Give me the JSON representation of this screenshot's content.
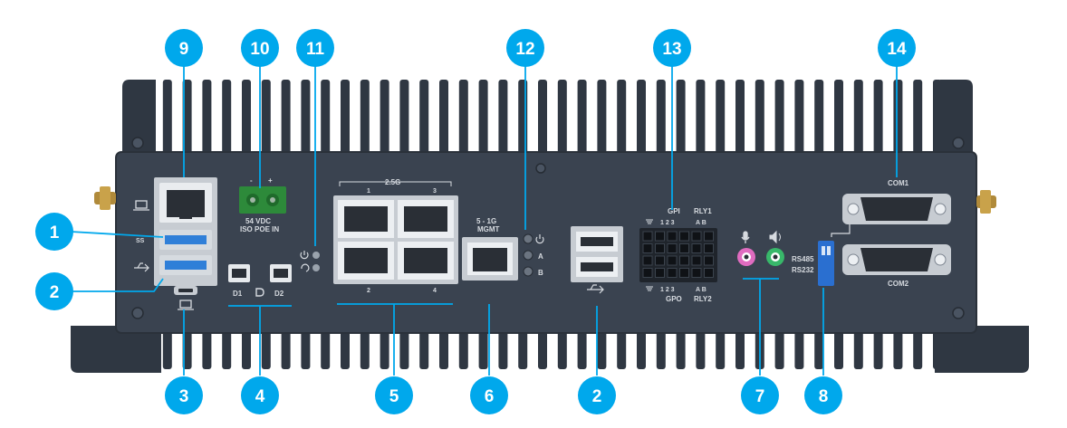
{
  "colors": {
    "background": "#ffffff",
    "chassis": "#3a4350",
    "fins": "#2f3742",
    "callout": "#00a8ec",
    "port_label": "#d7dbe0",
    "terminal_block": "#2d8a3a",
    "usb_blue": "#2f7fd8",
    "audio_pink": "#e06cc0",
    "audio_green": "#38b86a",
    "dip_switch": "#2a6fd0"
  },
  "callouts": [
    {
      "number": "1",
      "name": "usb3-ports"
    },
    {
      "number": "2",
      "name": "usb2-ports-left"
    },
    {
      "number": "3",
      "name": "console-micro-usb"
    },
    {
      "number": "4",
      "name": "displayport-ports"
    },
    {
      "number": "5",
      "name": "ethernet-2-5g-ports"
    },
    {
      "number": "6",
      "name": "management-port"
    },
    {
      "number": "2",
      "name": "usb2-ports-right"
    },
    {
      "number": "7",
      "name": "audio-jacks"
    },
    {
      "number": "8",
      "name": "rs485-rs232-switch"
    },
    {
      "number": "9",
      "name": "console-rj45"
    },
    {
      "number": "10",
      "name": "poe-power-input"
    },
    {
      "number": "11",
      "name": "power-reset-buttons"
    },
    {
      "number": "12",
      "name": "status-leds"
    },
    {
      "number": "13",
      "name": "gpio-relay-terminal"
    },
    {
      "number": "14",
      "name": "com-ports"
    }
  ],
  "labels": {
    "power_input": "54 VDC",
    "power_input_sub": "ISO POE IN",
    "terminal_minus": "-",
    "terminal_plus": "+",
    "lan_speed": "2.5G",
    "port1": "1",
    "port2": "2",
    "port3": "3",
    "port4": "4",
    "mgmt_speed": "5 - 1G",
    "mgmt_label": "MGMT",
    "led_a": "A",
    "led_b": "B",
    "dp1": "D1",
    "dp2": "D2",
    "gpi": "GPI",
    "gpo": "GPO",
    "rly1": "RLY1",
    "rly2": "RLY2",
    "gpio_nums": "1  2  3",
    "relay_ab": "A  B",
    "rs485": "RS485",
    "rs232": "RS232",
    "com1": "COM1",
    "com2": "COM2",
    "usb3_mark": "SS"
  }
}
